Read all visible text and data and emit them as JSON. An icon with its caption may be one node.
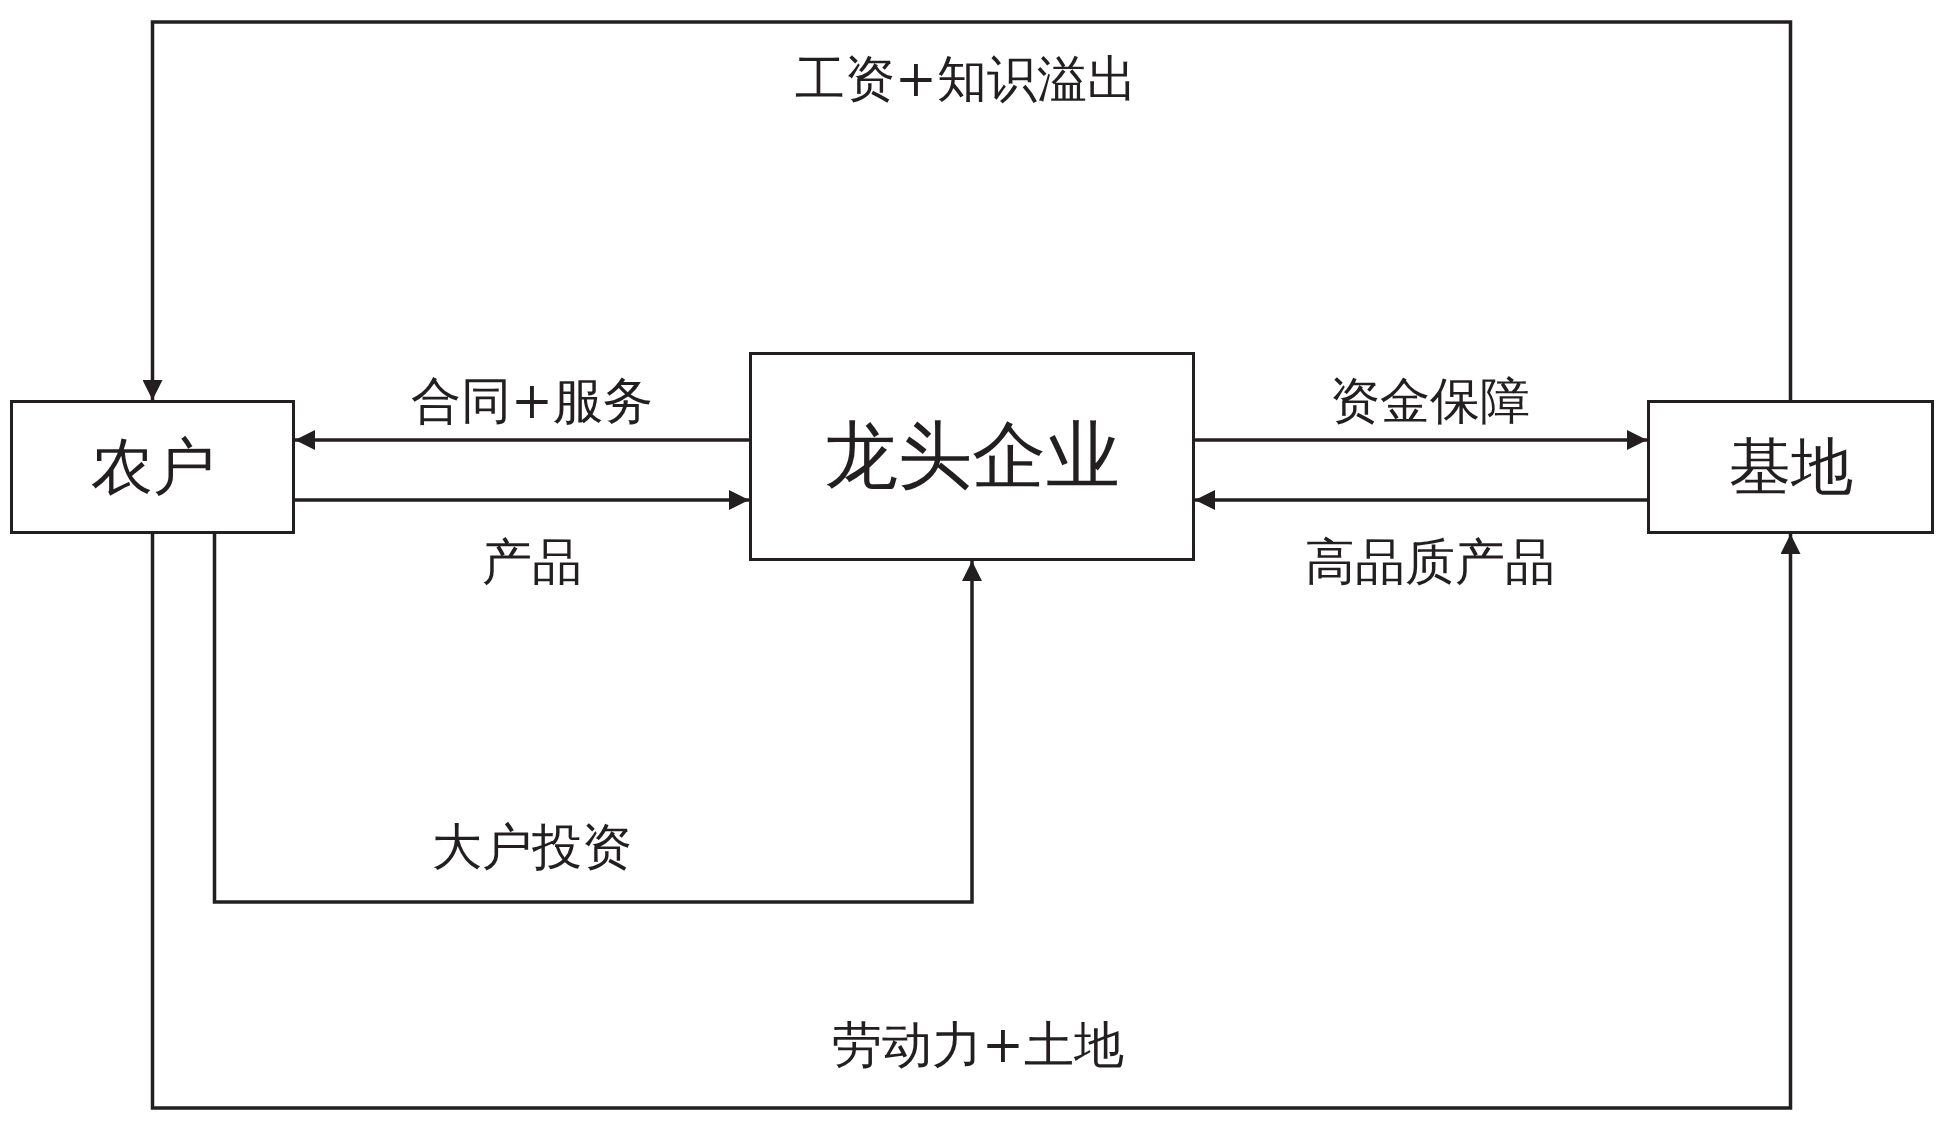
{
  "diagram": {
    "nodes": [
      {
        "text": [
          "农户"
        ]
      },
      {
        "text": [
          "龙头企业"
        ]
      },
      {
        "text": [
          "基地"
        ]
      }
    ],
    "edges": [
      {
        "from": 1,
        "to": 0,
        "arrow": "to",
        "label": "合同+服务"
      },
      {
        "from": 0,
        "to": 1,
        "arrow": "to",
        "label": "产品"
      },
      {
        "from": 1,
        "to": 2,
        "arrow": "to",
        "label": "资金保障"
      },
      {
        "from": 2,
        "to": 1,
        "arrow": "to",
        "label": "高品质产品"
      },
      {
        "from": 2,
        "to": 0,
        "arrow": "to",
        "label": "工资+知识溢出"
      },
      {
        "from": 0,
        "to": 2,
        "arrow": "to",
        "label": "劳动力+土地"
      },
      {
        "from": 0,
        "to": 1,
        "arrow": "to",
        "label": "大户投资"
      }
    ]
  }
}
